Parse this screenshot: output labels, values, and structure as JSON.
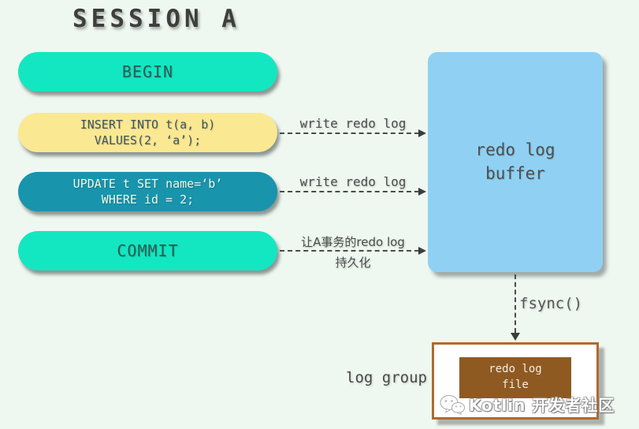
{
  "title": "SESSION A",
  "session": {
    "begin": {
      "label": "BEGIN"
    },
    "insert": {
      "line1": "INSERT INTO t(a, b)",
      "line2": "VALUES(2, ‘a’);"
    },
    "update": {
      "line1": "UPDATE t SET name=‘b’",
      "line2": "WHERE id = 2;"
    },
    "commit": {
      "label": "COMMIT"
    }
  },
  "arrows": {
    "insert_to_buffer": {
      "label": "write redo log"
    },
    "update_to_buffer": {
      "label": "write redo log"
    },
    "commit_to_buffer": {
      "label_line1": "让A事务的redo log",
      "label_line2": "持久化"
    },
    "buffer_to_file": {
      "label": "fsync()"
    }
  },
  "buffer": {
    "line1": "redo log",
    "line2": "buffer"
  },
  "log_group": {
    "label": "log group"
  },
  "file_box": {
    "line1": "redo log",
    "line2": "file"
  },
  "watermark": {
    "icon": "wechat-icon",
    "text": "Kotlin 开发者社区"
  },
  "colors": {
    "background": "#eef8f0",
    "pill_turquoise": "#13e7c2",
    "pill_yellow": "#fbe892",
    "pill_teal": "#1894ad",
    "buffer_blue": "#90d1f3",
    "file_border_brown": "#b06a2e",
    "file_fill_brown": "#8f5a22",
    "text_dark": "#4a4a4a"
  }
}
